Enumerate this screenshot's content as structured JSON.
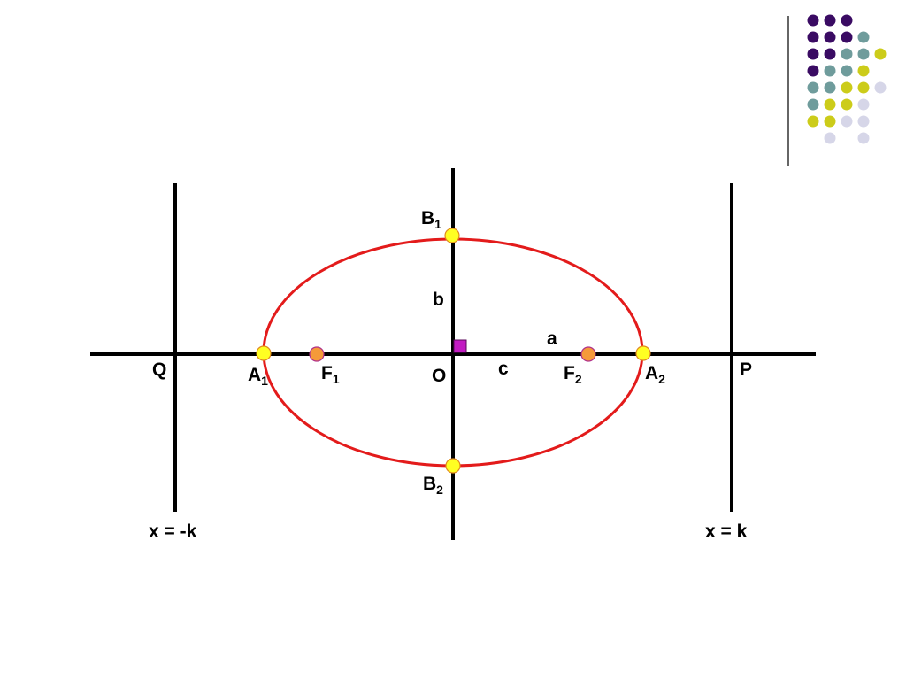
{
  "colors": {
    "ellipse": "#e31b1b",
    "axis": "#000000",
    "vertex_fill": "#ffff22",
    "vertex_stroke": "#e08a1e",
    "focus_fill": "#f59a3a",
    "focus_stroke": "#b0308a",
    "right_angle_fill": "#c21bc2",
    "right_angle_stroke": "#5a0a5a",
    "dot_purple": "#3a0b63",
    "dot_teal": "#6f9c9c",
    "dot_yellow": "#cccc1a",
    "dot_lavender": "#d6d6e8"
  },
  "labels": {
    "B1": {
      "main": "B",
      "sub": "1"
    },
    "B2": {
      "main": "B",
      "sub": "2"
    },
    "A1": {
      "main": "A",
      "sub": "1"
    },
    "A2": {
      "main": "A",
      "sub": "2"
    },
    "F1": {
      "main": "F",
      "sub": "1"
    },
    "F2": {
      "main": "F",
      "sub": "2"
    },
    "O": "O",
    "Q": "Q",
    "P": "P",
    "a": "a",
    "b": "b",
    "c": "c",
    "directrix_left": "x = -k",
    "directrix_right": "x = k"
  },
  "decoration": {
    "dot_grid": [
      [
        "purple",
        "purple",
        "purple",
        null,
        null
      ],
      [
        "purple",
        "purple",
        "purple",
        "teal",
        null
      ],
      [
        "purple",
        "purple",
        "teal",
        "teal",
        "yellow"
      ],
      [
        "purple",
        "teal",
        "teal",
        "yellow",
        null
      ],
      [
        "teal",
        "teal",
        "yellow",
        "yellow",
        "lavender"
      ],
      [
        "teal",
        "yellow",
        "yellow",
        "lavender",
        null
      ],
      [
        "yellow",
        "yellow",
        "lavender",
        "lavender",
        null
      ],
      [
        null,
        "lavender",
        null,
        "lavender",
        null
      ]
    ]
  }
}
